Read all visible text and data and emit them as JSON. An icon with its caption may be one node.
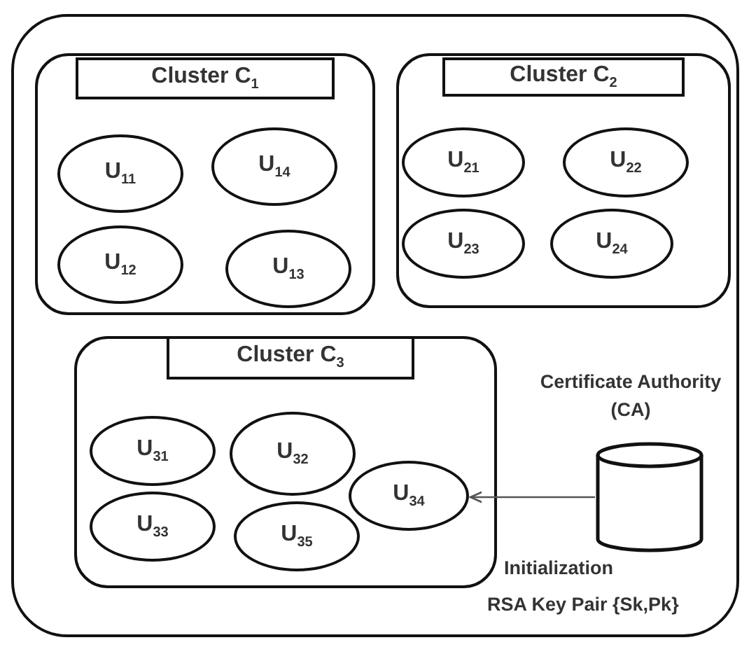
{
  "diagram": {
    "nodes": [
      {
        "text": [],
        "shape": "box"
      },
      {
        "text": [],
        "shape": "box",
        "in": 0
      },
      {
        "text": [
          "Cluster C$_{1}$"
        ],
        "in": 1
      },
      {
        "text": [
          "U$_{11}$"
        ],
        "in": 1
      },
      {
        "text": [
          "U$_{14}$"
        ],
        "in": 1
      },
      {
        "text": [
          "U$_{12}$"
        ],
        "in": 1
      },
      {
        "text": [
          "U$_{13}$"
        ],
        "in": 1
      },
      {
        "text": [],
        "shape": "box",
        "in": 0
      },
      {
        "text": [
          "Cluster C$_{2}$"
        ],
        "in": 7
      },
      {
        "text": [
          "U$_{21}$"
        ],
        "in": 7
      },
      {
        "text": [
          "U$_{22}$"
        ],
        "in": 7
      },
      {
        "text": [
          "U$_{23}$"
        ],
        "in": 7
      },
      {
        "text": [
          "U$_{24}$"
        ],
        "in": 7
      },
      {
        "text": [],
        "shape": "box",
        "in": 0
      },
      {
        "text": [
          "Cluster C$_{3}$"
        ],
        "in": 13
      },
      {
        "text": [
          "U$_{31}$"
        ],
        "in": 13
      },
      {
        "text": [
          "U$_{32}$"
        ],
        "in": 13
      },
      {
        "text": [
          "U$_{34}$"
        ],
        "in": 13
      },
      {
        "text": [
          "U$_{33}$"
        ],
        "in": 13
      },
      {
        "text": [
          "U$_{35}$"
        ],
        "in": 13
      },
      {
        "text": [
          "Certificate Authority (CA)"
        ],
        "in": 0
      }
    ],
    "edges": [
      {
        "from": 20,
        "to": 17,
        "arrow": "to",
        "label": "Initialization"
      }
    ],
    "labels": [
      "RSA Key Pair {Sk,Pk}"
    ]
  }
}
